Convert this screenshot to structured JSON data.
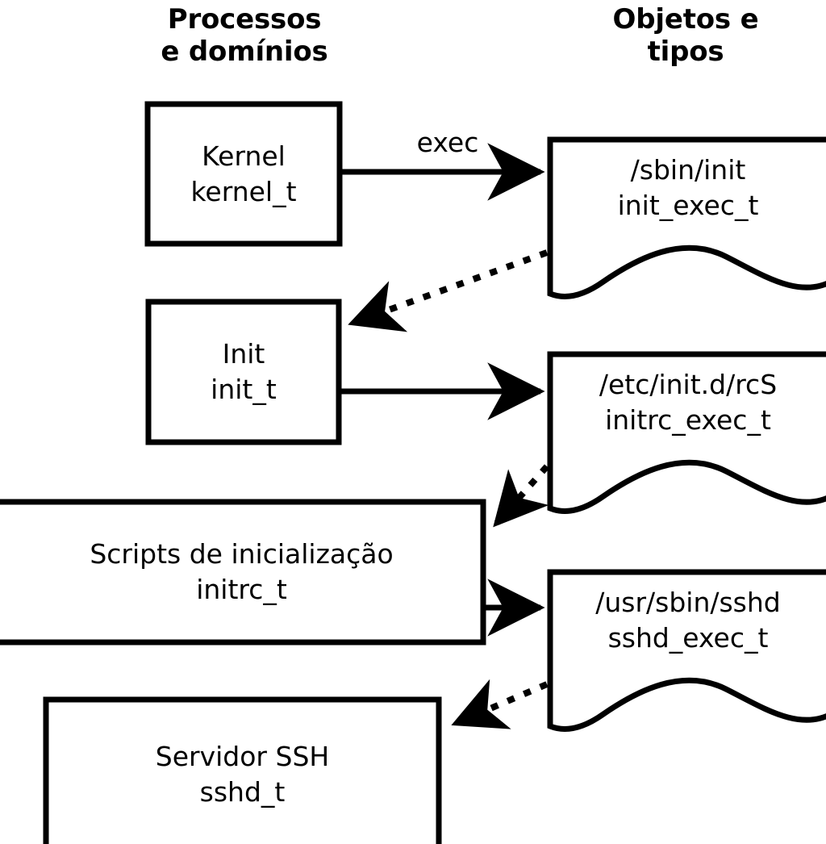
{
  "diagram": {
    "title_left": "Processos\ne domínios",
    "title_right": "Objetos e\ntipos",
    "stroke_color": "#000000",
    "background_color": "#ffffff"
  },
  "columns": [
    {
      "id": "processes",
      "header": "Processos\ne domínios"
    },
    {
      "id": "objects",
      "header": "Objetos e\ntipos"
    }
  ],
  "nodes": {
    "kernel": {
      "line1": "Kernel",
      "line2": "kernel_t",
      "shape": "rect"
    },
    "init": {
      "line1": "Init",
      "line2": "init_t",
      "shape": "rect"
    },
    "initrc": {
      "line1": "Scripts de inicialização",
      "line2": "initrc_t",
      "shape": "rect"
    },
    "sshd": {
      "line1": "Servidor SSH",
      "line2": "sshd_t",
      "shape": "rect"
    },
    "init_exec": {
      "line1": "/sbin/init",
      "line2": "init_exec_t",
      "shape": "document"
    },
    "initrc_exec": {
      "line1": "/etc/init.d/rcS",
      "line2": "initrc_exec_t",
      "shape": "document"
    },
    "sshd_exec": {
      "line1": "/usr/sbin/sshd",
      "line2": "sshd_exec_t",
      "shape": "document"
    }
  },
  "edges": [
    {
      "id": "kernel-exec-init_exec",
      "from": "kernel",
      "to": "init_exec",
      "label": "exec",
      "style": "solid"
    },
    {
      "id": "init_exec-init",
      "from": "init_exec",
      "to": "init",
      "label": "",
      "style": "dotted"
    },
    {
      "id": "init-initrc_exec",
      "from": "init",
      "to": "initrc_exec",
      "label": "",
      "style": "solid"
    },
    {
      "id": "initrc_exec-initrc",
      "from": "initrc_exec",
      "to": "initrc",
      "label": "",
      "style": "dotted"
    },
    {
      "id": "initrc-sshd_exec",
      "from": "initrc",
      "to": "sshd_exec",
      "label": "",
      "style": "solid"
    },
    {
      "id": "sshd_exec-sshd",
      "from": "sshd_exec",
      "to": "sshd",
      "label": "",
      "style": "dotted"
    }
  ]
}
